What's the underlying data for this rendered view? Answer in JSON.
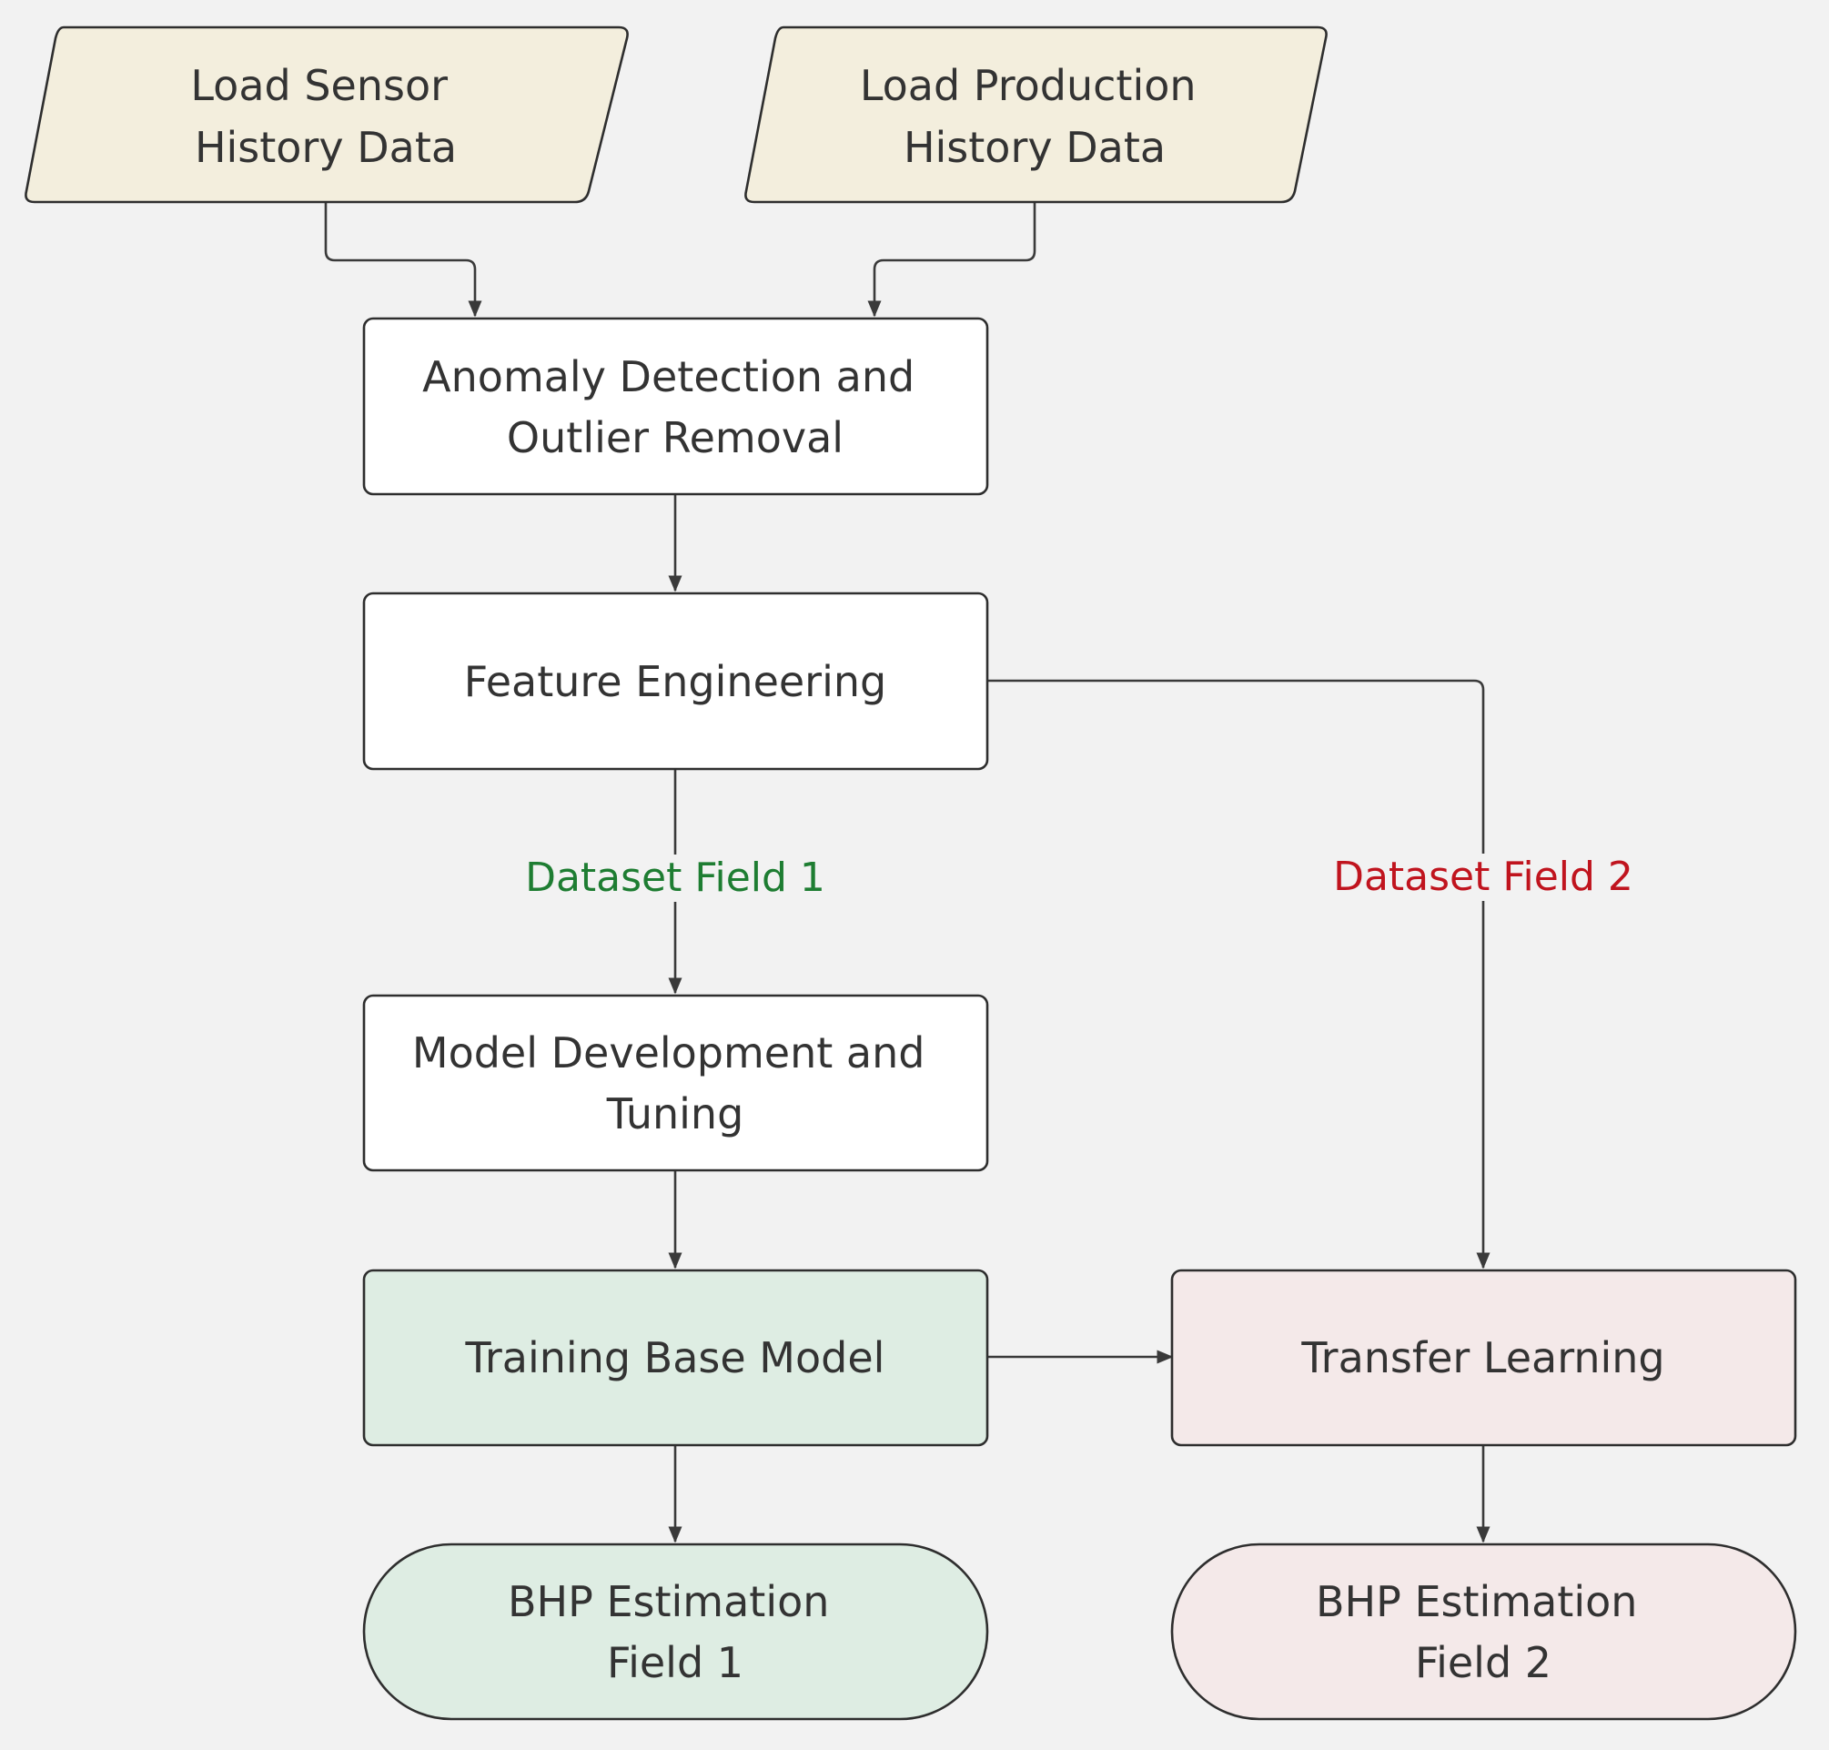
{
  "colors": {
    "background": "#f2f2f2",
    "input_fill": "#f3eedd",
    "process_fill": "#ffffff",
    "field1_fill": "#deede3",
    "field2_fill": "#f4e9e9",
    "line": "#3a3a3a",
    "field1_label": "#1e7d32",
    "field2_label": "#c0141e"
  },
  "nodes": {
    "load_sensor": {
      "line1": "Load Sensor",
      "line2": "History Data"
    },
    "load_production": {
      "line1": "Load Production",
      "line2": "History Data"
    },
    "anomaly_detection": {
      "line1": "Anomaly Detection and",
      "line2": "Outlier Removal"
    },
    "feature_engineering": {
      "label": "Feature Engineering"
    },
    "model_development": {
      "line1": "Model Development and",
      "line2": "Tuning"
    },
    "training_base_model": {
      "label": "Training Base Model"
    },
    "transfer_learning": {
      "label": "Transfer Learning"
    },
    "bhp_field1": {
      "line1": "BHP Estimation",
      "line2": "Field 1"
    },
    "bhp_field2": {
      "line1": "BHP Estimation",
      "line2": "Field 2"
    }
  },
  "edges": {
    "dataset_field1": "Dataset Field 1",
    "dataset_field2": "Dataset Field 2"
  }
}
